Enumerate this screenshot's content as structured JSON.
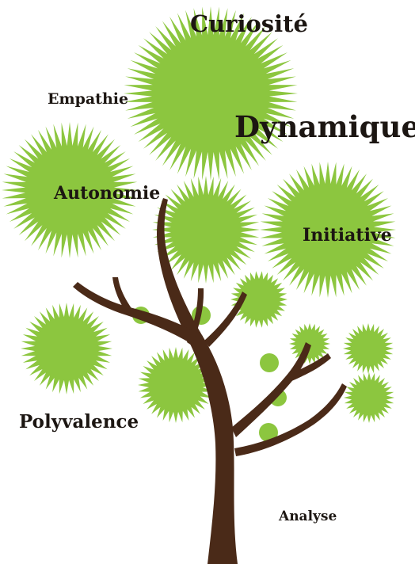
{
  "words": {
    "curiosite": "Curiosité",
    "empathie": "Empathie",
    "dynamique": "Dynamique",
    "autonomie": "Autonomie",
    "initiative": "Initiative",
    "polyvalence": "Polyvalence",
    "analyse": "Analyse"
  },
  "colors": {
    "leaf_green": "#8cc63f",
    "trunk_brown": "#4a2a18",
    "text": "#1c1612",
    "background": "#ffffff"
  }
}
